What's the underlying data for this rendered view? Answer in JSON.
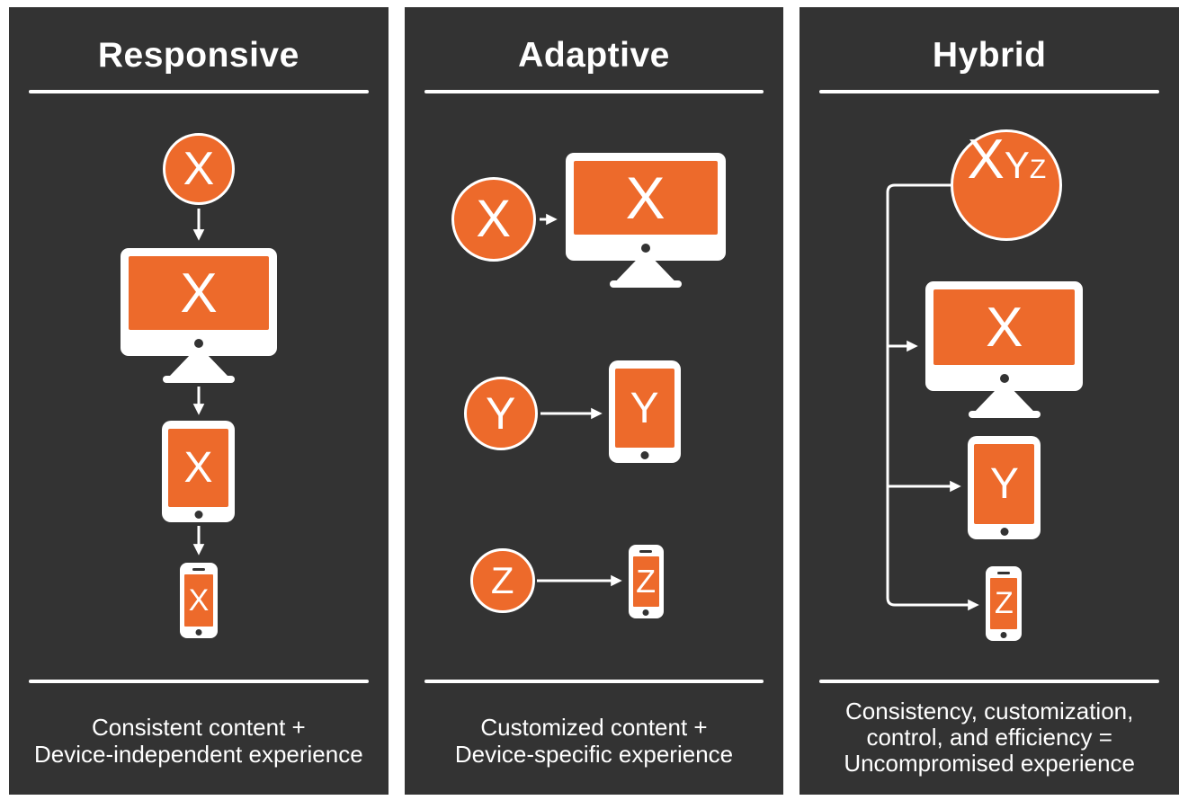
{
  "colors": {
    "accent": "#ED6A2B",
    "panel_background": "#333333",
    "text_on_dark": "#FFFFFF"
  },
  "panels": {
    "responsive": {
      "title": "Responsive",
      "source": {
        "label": "X"
      },
      "desktop": {
        "label": "X"
      },
      "tablet": {
        "label": "X"
      },
      "phone": {
        "label": "X"
      },
      "caption": {
        "line1": "Consistent content +",
        "line2": "Device-independent experience"
      }
    },
    "adaptive": {
      "title": "Adaptive",
      "rows": [
        {
          "source": "X",
          "device": "desktop",
          "target": "X"
        },
        {
          "source": "Y",
          "device": "tablet",
          "target": "Y"
        },
        {
          "source": "Z",
          "device": "phone",
          "target": "Z"
        }
      ],
      "caption": {
        "line1": "Customized content +",
        "line2": "Device-specific experience"
      }
    },
    "hybrid": {
      "title": "Hybrid",
      "source": {
        "x": "X",
        "y": "Y",
        "z": "Z"
      },
      "desktop": {
        "label": "X"
      },
      "tablet": {
        "label": "Y"
      },
      "phone": {
        "label": "Z"
      },
      "caption": {
        "line1": "Consistency, customization,",
        "line2": "control, and efficiency =",
        "line3": "Uncompromised experience"
      }
    }
  }
}
